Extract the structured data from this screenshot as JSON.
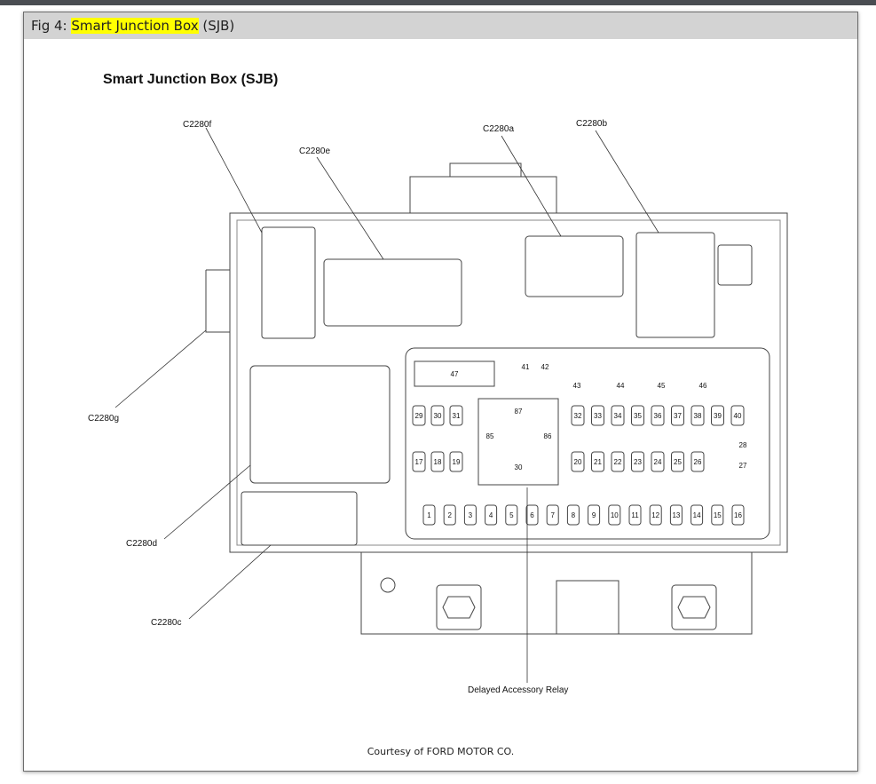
{
  "caption": {
    "prefix": "Fig 4: ",
    "highlight": "Smart Junction Box",
    "suffix": " (SJB)",
    "highlight_color": "#ffff00"
  },
  "diagram": {
    "title": "Smart Junction Box (SJB)",
    "connectors": [
      "C2280f",
      "C2280e",
      "C2280a",
      "C2280b",
      "C2280g",
      "C2280d",
      "C2280c"
    ],
    "relay_label": "Delayed Accessory Relay",
    "relay_pins": [
      "87",
      "85",
      "86",
      "30"
    ],
    "fuses_top_row": [
      "29",
      "30",
      "31",
      "32",
      "33",
      "34",
      "35",
      "36",
      "37",
      "38",
      "39",
      "40"
    ],
    "fuses_mid_row": [
      "17",
      "18",
      "19",
      "20",
      "21",
      "22",
      "23",
      "24",
      "25",
      "26"
    ],
    "fuses_bottom_row": [
      "1",
      "2",
      "3",
      "4",
      "5",
      "6",
      "7",
      "8",
      "9",
      "10",
      "11",
      "12",
      "13",
      "14",
      "15",
      "16"
    ],
    "fuses_horizontal": [
      "43",
      "44",
      "45",
      "46",
      "28",
      "27"
    ],
    "fuses_upper": [
      "41",
      "42"
    ],
    "large_fuse": "47"
  },
  "footer": {
    "courtesy": "Courtesy of FORD MOTOR CO."
  }
}
